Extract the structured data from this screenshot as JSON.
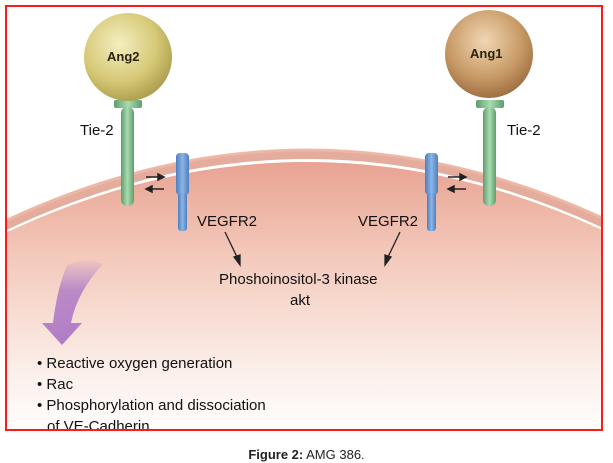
{
  "figure": {
    "ligands": [
      {
        "label": "Ang2",
        "color": "#d8cc7a"
      },
      {
        "label": "Ang1",
        "color": "#c89a66"
      }
    ],
    "receptors": {
      "tie2_left": "Tie-2",
      "tie2_right": "Tie-2",
      "vegfr2_left": "VEGFR2",
      "vegfr2_right": "VEGFR2"
    },
    "pathway": {
      "line1": "Phoshoinositol-3 kinase",
      "line2": "akt"
    },
    "effects": [
      "• Reactive oxygen generation",
      "• Rac",
      "• Phosphorylation and dissociation",
      "  of VE-Cadherin"
    ],
    "colors": {
      "frame": "#ff1a1a",
      "tie2": "#7fbf8a",
      "vegfr2": "#5b8fcf",
      "membrane": "#e6a090",
      "arrow": "#b07cc6"
    }
  },
  "caption": {
    "label": "Figure 2:",
    "text": " AMG 386."
  }
}
